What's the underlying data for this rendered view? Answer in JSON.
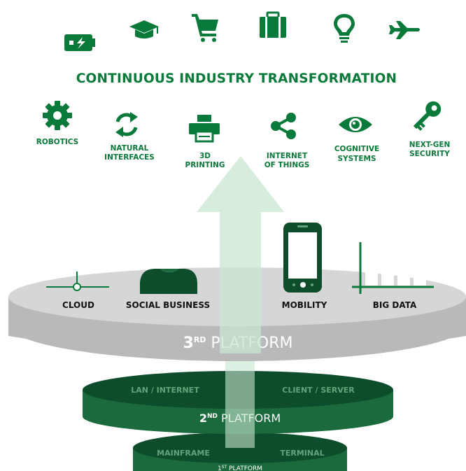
{
  "colors": {
    "green": "#0a7a3a",
    "green_dark": "#0e4d2c",
    "green_mid": "#1b6a3d",
    "arrow": "#c8e6d0",
    "platform_gray": "#b9b9b9",
    "platform_gray_dark": "#909090"
  },
  "top_icons": [
    {
      "name": "battery-icon"
    },
    {
      "name": "graduation-cap-icon"
    },
    {
      "name": "shopping-cart-icon"
    },
    {
      "name": "briefcase-icon"
    },
    {
      "name": "lightbulb-icon"
    },
    {
      "name": "airplane-icon"
    }
  ],
  "title": "CONTINUOUS INDUSTRY TRANSFORMATION",
  "industries": [
    {
      "icon": "gear-icon",
      "line1": "ROBOTICS",
      "line2": ""
    },
    {
      "icon": "refresh-icon",
      "line1": "NATURAL",
      "line2": "INTERFACES"
    },
    {
      "icon": "printer-icon",
      "line1": "3D",
      "line2": "PRINTING"
    },
    {
      "icon": "share-icon",
      "line1": "INTERNET",
      "line2": "OF THINGS"
    },
    {
      "icon": "eye-icon",
      "line1": "COGNITIVE",
      "line2": "SYSTEMS"
    },
    {
      "icon": "key-icon",
      "line1": "NEXT-GEN",
      "line2": "SECURITY"
    }
  ],
  "third_platform": {
    "ord": "3",
    "sup": "RD",
    "label": " PLATFORM",
    "items": [
      "CLOUD",
      "SOCIAL BUSINESS",
      "MOBILITY",
      "BIG DATA"
    ]
  },
  "second_platform": {
    "ord": "2",
    "sup": "ND",
    "label": " PLATFORM",
    "items": [
      "LAN / INTERNET",
      "CLIENT / SERVER"
    ]
  },
  "first_platform": {
    "ord": "1",
    "sup": "ST",
    "label": " PLATFORM",
    "items": [
      "MAINFRAME",
      "TERMINAL"
    ]
  }
}
